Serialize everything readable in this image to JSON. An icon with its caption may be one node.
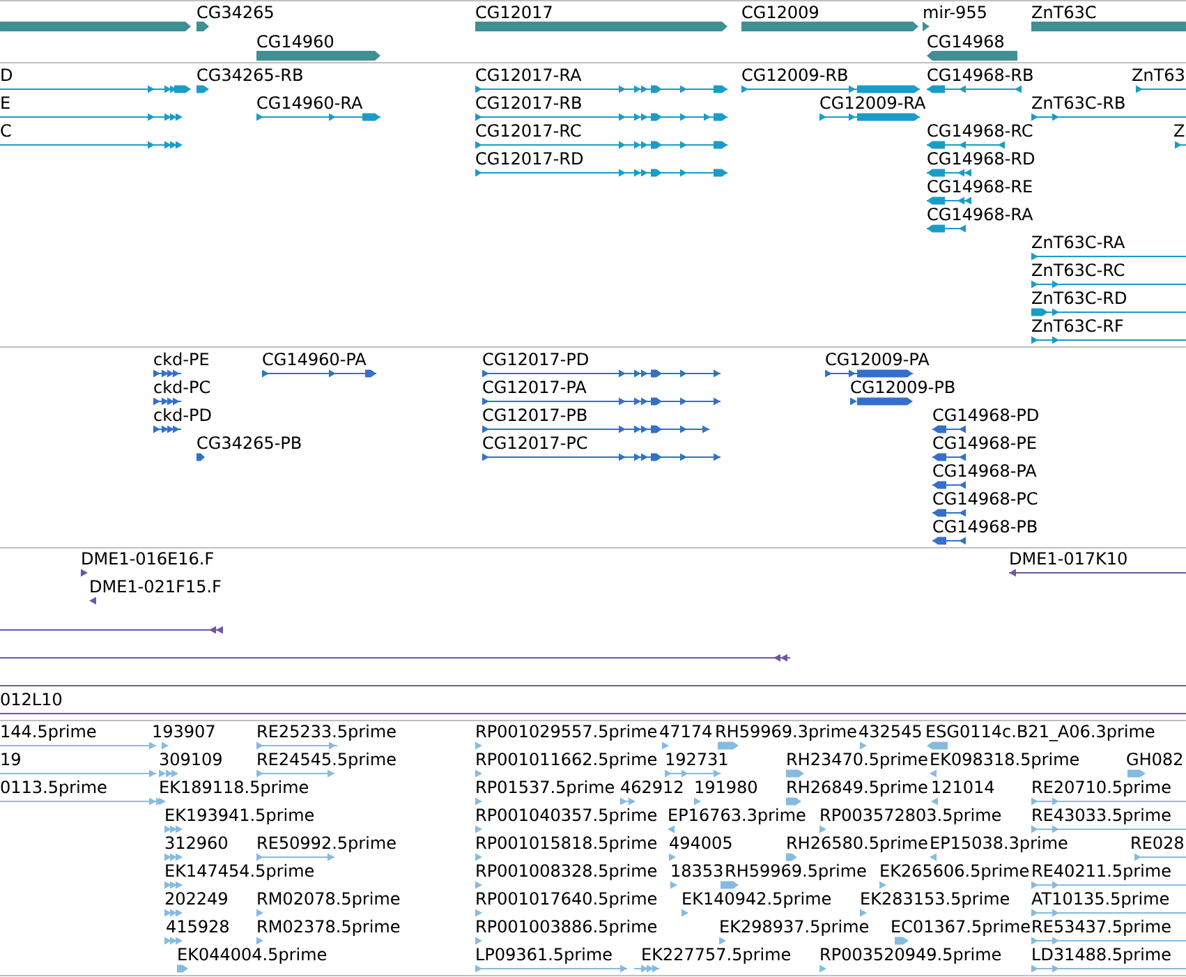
{
  "diagram": {
    "labels": [
      "CG34265",
      "CG12017",
      "CG12009",
      "mir-955",
      "ZnT63C",
      "CG14960",
      "CG14968",
      "D",
      "CG34265-RB",
      "CG12017-RA",
      "CG12009-RB",
      "CG14968-RB",
      "ZnT63",
      "E",
      "CG14960-RA",
      "CG12017-RB",
      "CG12009-RA",
      "ZnT63C-RB",
      "C",
      "CG12017-RC",
      "CG14968-RC",
      "Z",
      "CG12017-RD",
      "CG14968-RD",
      "CG14968-RE",
      "CG14968-RA",
      "ZnT63C-RA",
      "ZnT63C-RC",
      "ZnT63C-RD",
      "ZnT63C-RF",
      "ckd-PE",
      "CG14960-PA",
      "CG12017-PD",
      "CG12009-PA",
      "ckd-PC",
      "CG12017-PA",
      "CG12009-PB",
      "ckd-PD",
      "CG12017-PB",
      "CG14968-PD",
      "CG34265-PB",
      "CG12017-PC",
      "CG14968-PE",
      "CG14968-PA",
      "CG14968-PC",
      "CG14968-PB",
      "DME1-016E16.F",
      "DME1-017K10",
      "DME1-021F15.F",
      "012L10",
      "144.5prime",
      "193907",
      "RE25233.5prime",
      "RP001029557.5prime",
      "47174",
      "RH59969.3prime",
      "432545",
      "ESG0114c.B21_A06.3prime",
      "19",
      "309109",
      "RE24545.5prime",
      "RP001011662.5prime",
      "192731",
      "RH23470.5prime",
      "EK098318.5prime",
      "GH082",
      "0113.5prime",
      "EK189118.5prime",
      "RP01537.5prime",
      "462912",
      "191980",
      "RH26849.5prime",
      "121014",
      "RE20710.5prime",
      "EK193941.5prime",
      "RP001040357.5prime",
      "EP16763.3prime",
      "RP003572803.5prime",
      "RE43033.5prime",
      "312960",
      "RE50992.5prime",
      "RP001015818.5prime",
      "494005",
      "RH26580.5prime",
      "EP15038.3prime",
      "RE028",
      "EK147454.5prime",
      "RP001008328.5prime",
      "18353",
      "RH59969.5prime",
      "EK265606.5prime",
      "RE40211.5prime",
      "202249",
      "RM02078.5prime",
      "RP001017640.5prime",
      "EK140942.5prime",
      "EK283153.5prime",
      "AT10135.5prime",
      "415928",
      "RM02378.5prime",
      "RP001003886.5prime",
      "EK298937.5prime",
      "EC01367.5prime",
      "RE53437.5prime",
      "EK044004.5prime",
      "LP09361.5prime",
      "EK227757.5prime",
      "RP003520949.5prime",
      "LD31488.5prime"
    ]
  }
}
